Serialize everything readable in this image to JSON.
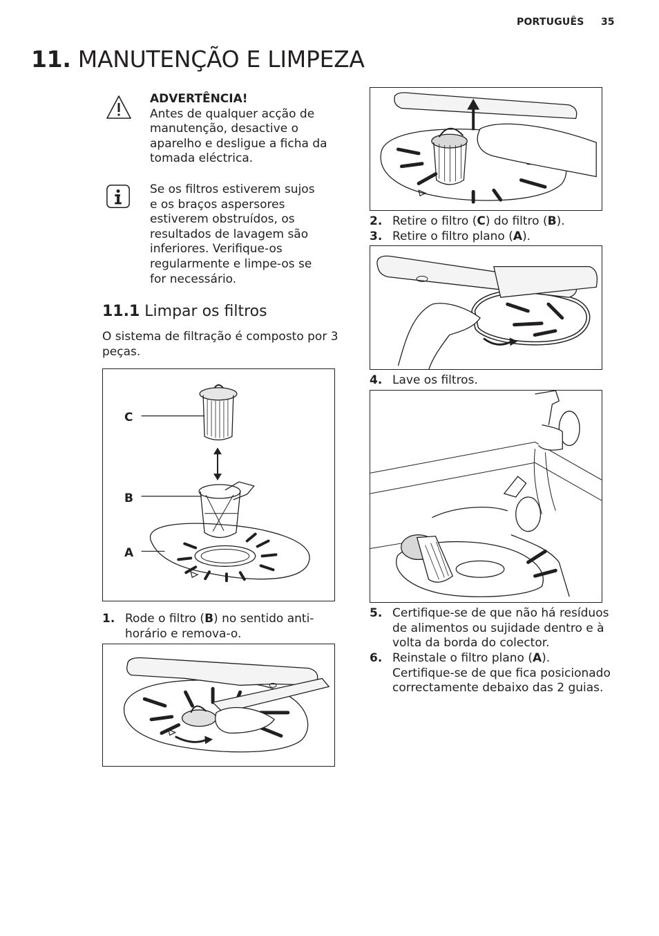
{
  "header": {
    "language": "PORTUGUÊS",
    "page_number": "35"
  },
  "title": {
    "number": "11.",
    "text": "MANUTENÇÃO E LIMPEZA"
  },
  "warning": {
    "icon": "warning-triangle-icon",
    "heading": "ADVERTÊNCIA!",
    "body": "Antes de qualquer acção de manutenção, desactive o aparelho e desligue a ficha da tomada eléctrica."
  },
  "info": {
    "icon": "info-icon",
    "body": "Se os filtros estiverem sujos e os braços aspersores estiverem obstruídos, os resultados de lavagem são inferiores. Verifique-os regularmente e limpe-os se for necessário."
  },
  "section": {
    "number": "11.1",
    "title": "Limpar os filtros",
    "intro": "O sistema de filtração é composto por 3 peças."
  },
  "figure_labels": {
    "c": "C",
    "b": "B",
    "a": "A"
  },
  "steps": [
    {
      "n": "1.",
      "pre": "Rode o filtro (",
      "key": "B",
      "post": ") no sentido anti-horário e remova-o."
    },
    {
      "n": "2.",
      "pre": "Retire o filtro (",
      "key": "C",
      "mid": ") do filtro (",
      "key2": "B",
      "post": ")."
    },
    {
      "n": "3.",
      "pre": "Retire o filtro plano (",
      "key": "A",
      "post": ")."
    },
    {
      "n": "4.",
      "text": "Lave os filtros."
    },
    {
      "n": "5.",
      "text": "Certifique-se de que não há resíduos de alimentos ou sujidade dentro e à volta da borda do colector."
    },
    {
      "n": "6.",
      "pre": "Reinstale o filtro plano (",
      "key": "A",
      "post": "). Certifique-se de que fica posicionado correctamente debaixo das 2 guias."
    }
  ]
}
